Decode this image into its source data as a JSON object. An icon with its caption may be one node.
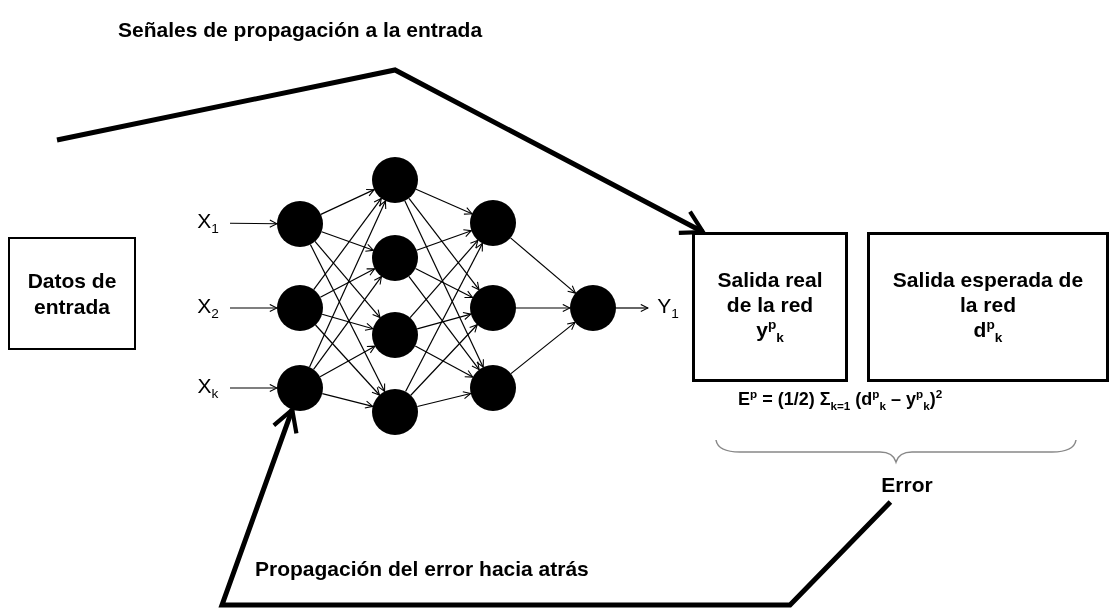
{
  "diagram": {
    "nodes": [
      {
        "text": [
          "Datos de entrada"
        ]
      },
      {
        "text": [
          "X$_{1}$"
        ]
      },
      {
        "text": [
          "X$_{2}$"
        ]
      },
      {
        "text": [
          "X$_{k}$"
        ]
      },
      {
        "text": [],
        "shape": "circle"
      },
      {
        "text": [],
        "shape": "circle"
      },
      {
        "text": [],
        "shape": "circle"
      },
      {
        "text": [],
        "shape": "circle"
      },
      {
        "text": [],
        "shape": "circle"
      },
      {
        "text": [],
        "shape": "circle"
      },
      {
        "text": [],
        "shape": "circle"
      },
      {
        "text": [],
        "shape": "circle"
      },
      {
        "text": [],
        "shape": "circle"
      },
      {
        "text": [],
        "shape": "circle"
      },
      {
        "text": [],
        "shape": "circle"
      },
      {
        "text": [
          "Y$_{1}$"
        ]
      },
      {
        "text": [
          "Salida real de la red",
          "y$^{p}$$_{k}$"
        ]
      },
      {
        "text": [
          "Salida esperada de la red",
          "d$^{p}$$_{k}$"
        ]
      },
      {
        "text": [
          "Error"
        ]
      }
    ],
    "edges": [
      {
        "from": 1,
        "to": 4,
        "arrow": "to"
      },
      {
        "from": 2,
        "to": 5,
        "arrow": "to"
      },
      {
        "from": 3,
        "to": 6,
        "arrow": "to"
      },
      {
        "from": 4,
        "to": 7,
        "arrow": "to"
      },
      {
        "from": 4,
        "to": 8,
        "arrow": "to"
      },
      {
        "from": 4,
        "to": 9,
        "arrow": "to"
      },
      {
        "from": 4,
        "to": 10,
        "arrow": "to"
      },
      {
        "from": 5,
        "to": 7,
        "arrow": "to"
      },
      {
        "from": 5,
        "to": 8,
        "arrow": "to"
      },
      {
        "from": 5,
        "to": 9,
        "arrow": "to"
      },
      {
        "from": 5,
        "to": 10,
        "arrow": "to"
      },
      {
        "from": 6,
        "to": 7,
        "arrow": "to"
      },
      {
        "from": 6,
        "to": 8,
        "arrow": "to"
      },
      {
        "from": 6,
        "to": 9,
        "arrow": "to"
      },
      {
        "from": 6,
        "to": 10,
        "arrow": "to"
      },
      {
        "from": 7,
        "to": 11,
        "arrow": "to"
      },
      {
        "from": 7,
        "to": 12,
        "arrow": "to"
      },
      {
        "from": 7,
        "to": 13,
        "arrow": "to"
      },
      {
        "from": 8,
        "to": 11,
        "arrow": "to"
      },
      {
        "from": 8,
        "to": 12,
        "arrow": "to"
      },
      {
        "from": 8,
        "to": 13,
        "arrow": "to"
      },
      {
        "from": 9,
        "to": 11,
        "arrow": "to"
      },
      {
        "from": 9,
        "to": 12,
        "arrow": "to"
      },
      {
        "from": 9,
        "to": 13,
        "arrow": "to"
      },
      {
        "from": 10,
        "to": 11,
        "arrow": "to"
      },
      {
        "from": 10,
        "to": 12,
        "arrow": "to"
      },
      {
        "from": 10,
        "to": 13,
        "arrow": "to"
      },
      {
        "from": 11,
        "to": 14,
        "arrow": "to"
      },
      {
        "from": 12,
        "to": 14,
        "arrow": "to"
      },
      {
        "from": 13,
        "to": 14,
        "arrow": "to"
      },
      {
        "from": 14,
        "to": 15,
        "arrow": "to"
      },
      {
        "from": null,
        "to": 16,
        "arrow": "to",
        "style": "thick"
      },
      {
        "from": 18,
        "to": 6,
        "arrow": "to",
        "style": "thick"
      }
    ],
    "labels": [
      "Señales de propagación a la entrada",
      "E$^{p}$ = (1/2) Σ$_{k=1}$ (d$^{p}$$_{k}$ – y$^{p}$$_{k}$)$^{2}$",
      "Propagación del error hacia atrás"
    ]
  }
}
